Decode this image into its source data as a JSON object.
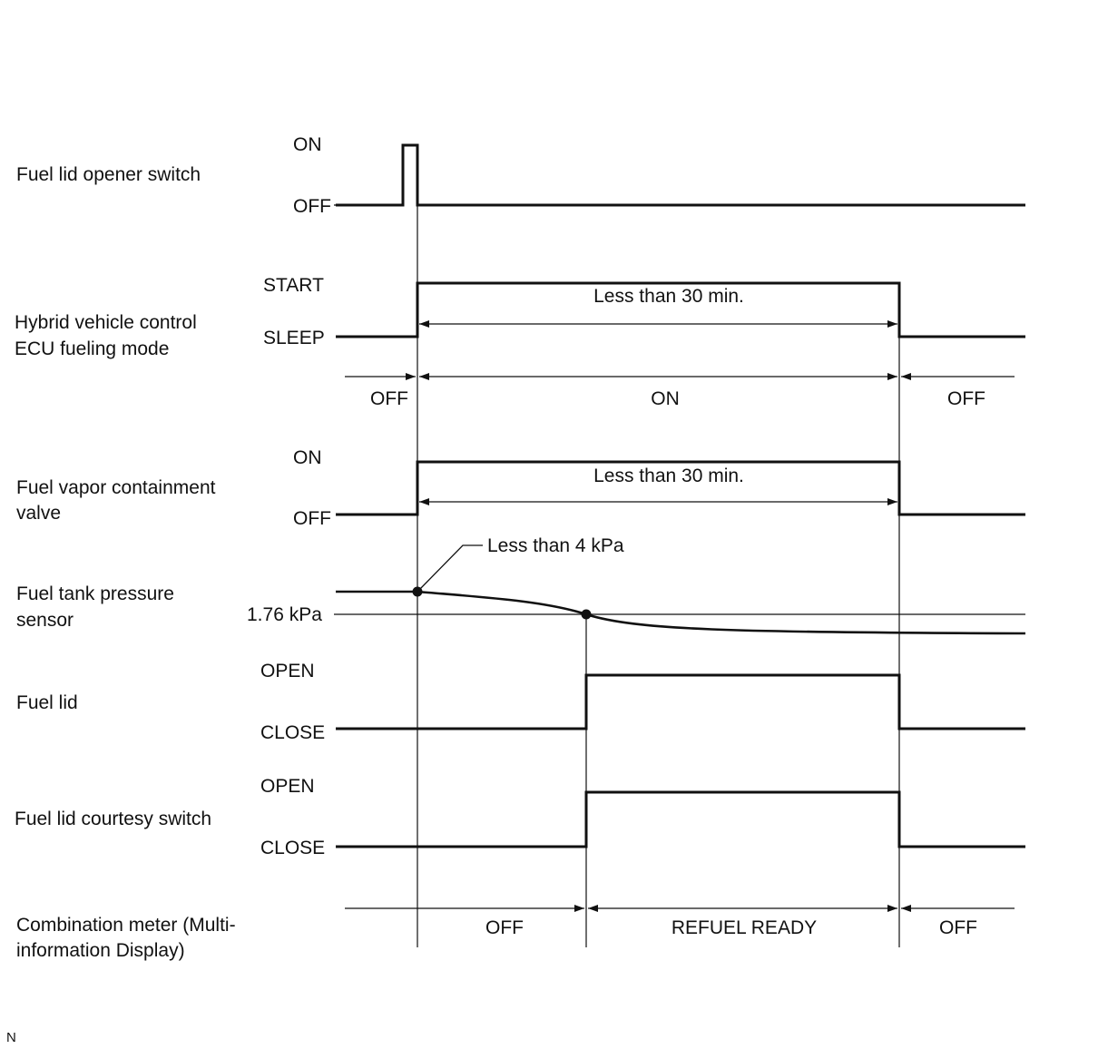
{
  "signals": {
    "opener_switch": {
      "label_lines": [
        "Fuel lid opener switch"
      ],
      "high": "ON",
      "low": "OFF"
    },
    "fueling_mode": {
      "label_lines": [
        "Hybrid vehicle control",
        "ECU fueling mode"
      ],
      "high": "START",
      "low": "SLEEP",
      "duration": "Less than 30 min.",
      "states": [
        "OFF",
        "ON",
        "OFF"
      ]
    },
    "vapor_valve": {
      "label_lines": [
        "Fuel vapor containment",
        "valve"
      ],
      "high": "ON",
      "low": "OFF",
      "duration": "Less than 30 min."
    },
    "tank_pressure": {
      "label_lines": [
        "Fuel tank pressure",
        "sensor"
      ],
      "threshold": "1.76 kPa",
      "annotation": "Less than 4 kPa"
    },
    "fuel_lid": {
      "label_lines": [
        "Fuel lid"
      ],
      "high": "OPEN",
      "low": "CLOSE"
    },
    "courtesy_switch": {
      "label_lines": [
        "Fuel lid courtesy switch"
      ],
      "high": "OPEN",
      "low": "CLOSE"
    },
    "combination_meter": {
      "label_lines": [
        "Combination meter (Multi-",
        "information Display)"
      ],
      "states": [
        "OFF",
        "REFUEL READY",
        "OFF"
      ]
    }
  },
  "footer": {
    "code": "N"
  }
}
